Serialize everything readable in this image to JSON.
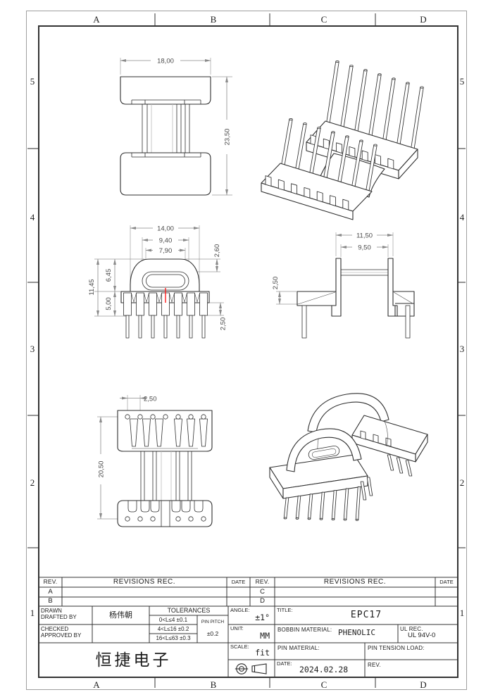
{
  "zones": {
    "cols": [
      "A",
      "B",
      "C",
      "D"
    ],
    "rows": [
      "5",
      "4",
      "3",
      "2",
      "1"
    ]
  },
  "views": {
    "front": {
      "dim_width": "18,00",
      "dim_height": "23,50"
    },
    "end": {
      "dim_w1": "14,00",
      "dim_w2": "9,40",
      "dim_w3": "7,90",
      "dim_step": "2,60",
      "dim_h_total": "11,45",
      "dim_h_upper": "6,45",
      "dim_h_lower": "5,00",
      "dim_pin": "2,50"
    },
    "side": {
      "dim_w1": "11,50",
      "dim_w2": "9,50",
      "dim_base": "2,50"
    },
    "top": {
      "dim_pitch": "2,50",
      "dim_length": "20,50"
    }
  },
  "revisions": {
    "rev_header": "REV.",
    "rec_header": "REVISIONS REC.",
    "date_header": "DATE",
    "left_rows": [
      "A",
      "B"
    ],
    "right_rows": [
      "C",
      "D"
    ]
  },
  "block": {
    "drawn": "DRAWN",
    "drafted": "DRAFTED  BY",
    "checked": "CHECKED",
    "approved": "APPROVED BY",
    "drawn_name": "杨伟朝",
    "tol_title": "TOLERANCES",
    "tol_rows": [
      "0<L≤4  ±0.1",
      "4<L≤16  ±0.2",
      "16<L≤63 ±0.3"
    ],
    "pin_pitch_label": "PIN PITCH",
    "pin_pitch_tol": "±0.2",
    "angle_label": "ANGLE:",
    "angle_value": "±1°",
    "unit_label": "UNIT:",
    "unit_value": "MM",
    "scale_label": "SCALE:",
    "scale_value": "fit",
    "title_label": "TITLE:",
    "title_value": "EPC17",
    "bobbin_label": "BOBBIN MATERIAL:",
    "bobbin_value": "PHENOLIC",
    "ul_label": "UL REC.",
    "ul_value": "UL 94V-0",
    "pin_material_label": "PIN MATERIAL:",
    "pin_tension_label": "PIN TENSION LOAD:",
    "date_label": "DATE:",
    "date_value": "2024.02.28",
    "rev_label": "REV.",
    "company": "恒捷电子"
  },
  "colors": {
    "line": "#2f2f2f",
    "dim": "#8a8a8a",
    "red": "#ff1a1a"
  }
}
